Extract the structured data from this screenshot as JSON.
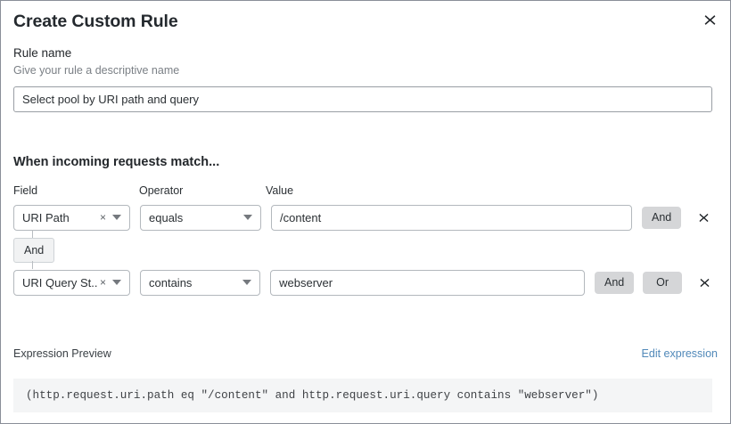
{
  "dialog": {
    "title": "Create Custom Rule",
    "close_icon": "close-icon"
  },
  "rule_name": {
    "label": "Rule name",
    "help": "Give your rule a descriptive name",
    "value": "Select pool by URI path and query",
    "placeholder": "Rule name"
  },
  "matching": {
    "section_title": "When incoming requests match...",
    "columns": {
      "field": "Field",
      "operator": "Operator",
      "value": "Value"
    },
    "connector": {
      "label": "And"
    },
    "rows": [
      {
        "field": "URI Path",
        "field_clear_icon": "×",
        "operator": "equals",
        "value": "/content",
        "value_placeholder": "Value",
        "logic_buttons": [
          "And"
        ],
        "delete_icon": "✕"
      },
      {
        "field": "URI Query St...",
        "field_clear_icon": "×",
        "operator": "contains",
        "value": "webserver",
        "value_placeholder": "Value",
        "logic_buttons": [
          "And",
          "Or"
        ],
        "delete_icon": "✕"
      }
    ]
  },
  "expression": {
    "label": "Expression Preview",
    "edit_link": "Edit expression",
    "code": "(http.request.uri.path eq \"/content\" and http.request.uri.query contains \"webserver\")"
  },
  "colors": {
    "link": "#5189b9",
    "logic_button_bg": "#d5d6d8",
    "code_bg": "#f4f5f6",
    "text": "#23272b",
    "muted_text": "#7b8086"
  }
}
